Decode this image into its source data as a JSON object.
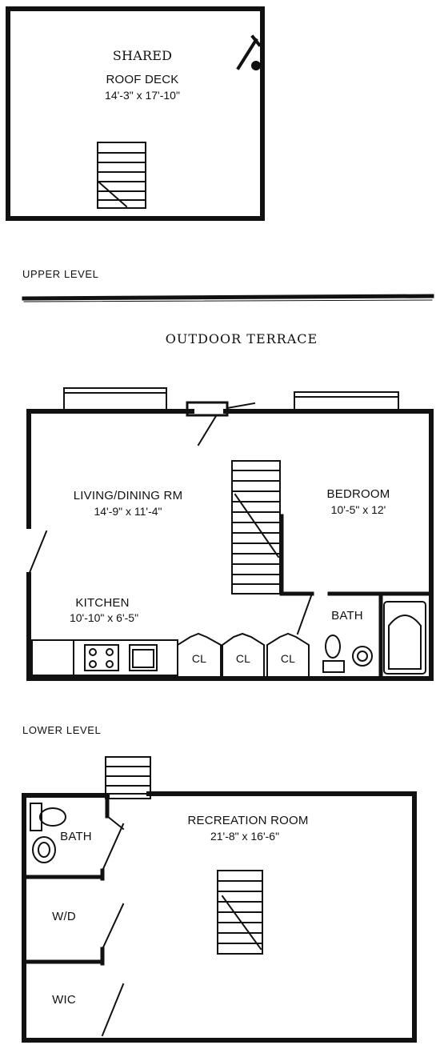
{
  "roof": {
    "title_line1": "SHARED",
    "title_line2": "ROOF DECK",
    "dimensions": "14'-3\" x 17'-10\""
  },
  "upper_level": {
    "heading": "UPPER LEVEL",
    "terrace": "OUTDOOR TERRACE",
    "living_dining": {
      "name": "LIVING/DINING RM",
      "dimensions": "14'-9\" x 11'-4\""
    },
    "bedroom": {
      "name": "BEDROOM",
      "dimensions": "10'-5\" x 12'"
    },
    "kitchen": {
      "name": "KITCHEN",
      "dimensions": "10'-10\" x 6'-5\""
    },
    "bath": "BATH",
    "closets": [
      "CL",
      "CL",
      "CL"
    ]
  },
  "lower_level": {
    "heading": "LOWER LEVEL",
    "recreation": {
      "name": "RECREATION ROOM",
      "dimensions": "21'-8\" x 16'-6\""
    },
    "bath": "BATH",
    "laundry": "W/D",
    "closet": "WIC"
  }
}
